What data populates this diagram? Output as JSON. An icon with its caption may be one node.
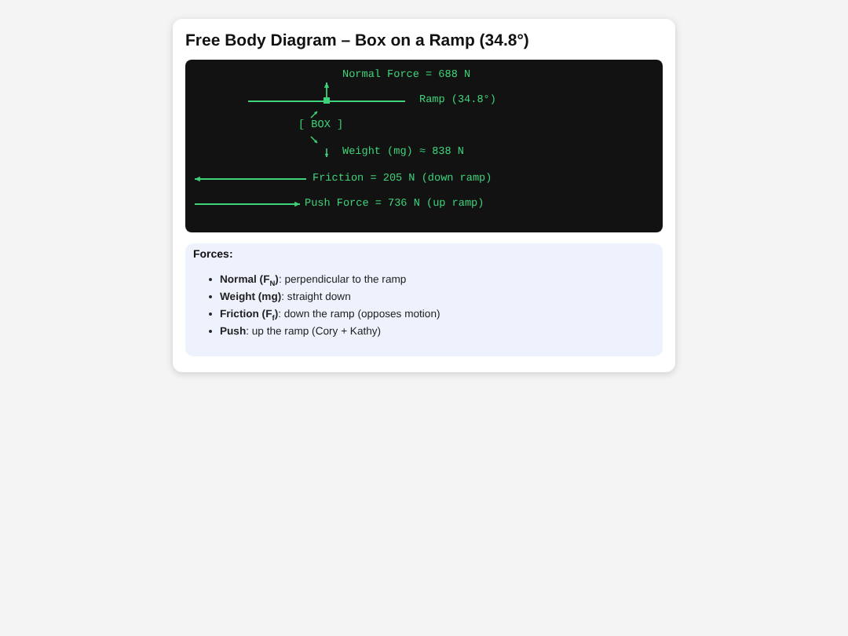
{
  "diagram": {
    "title": "Free Body Diagram – Box on a Ramp (34.8°)",
    "nodes": [
      {
        "text": [],
        "shape": "box"
      },
      {
        "text": [
          "Normal Force = 688 N"
        ],
        "in": 0
      },
      {
        "text": [],
        "shape": "bar",
        "beside": [
          "Ramp (34.8°)"
        ],
        "in": 0
      },
      {
        "text": [
          "[ BOX ]"
        ],
        "in": 0
      },
      {
        "text": [
          "Weight (mg) ≈ 838 N"
        ],
        "in": 0
      },
      {
        "text": [
          "Friction = 205 N (down ramp)"
        ],
        "in": 0
      },
      {
        "text": [
          "Push Force = 736 N (up ramp)"
        ],
        "in": 0
      },
      {
        "text": [
          "Forces:",
          "**Normal (F$_{N}$)**: perpendicular to the ramp",
          "**Weight (mg)**: straight down",
          "**Friction (F$_{f}$)**: down the ramp (opposes motion)",
          "**Push**: up the ramp (Cory + Kathy)"
        ]
      }
    ],
    "edges": [
      {
        "from": 2,
        "to": 1,
        "arrow": "to"
      },
      {
        "from": 5,
        "to": null,
        "arrow": "to"
      },
      {
        "from": null,
        "to": 6,
        "arrow": "to"
      }
    ]
  }
}
